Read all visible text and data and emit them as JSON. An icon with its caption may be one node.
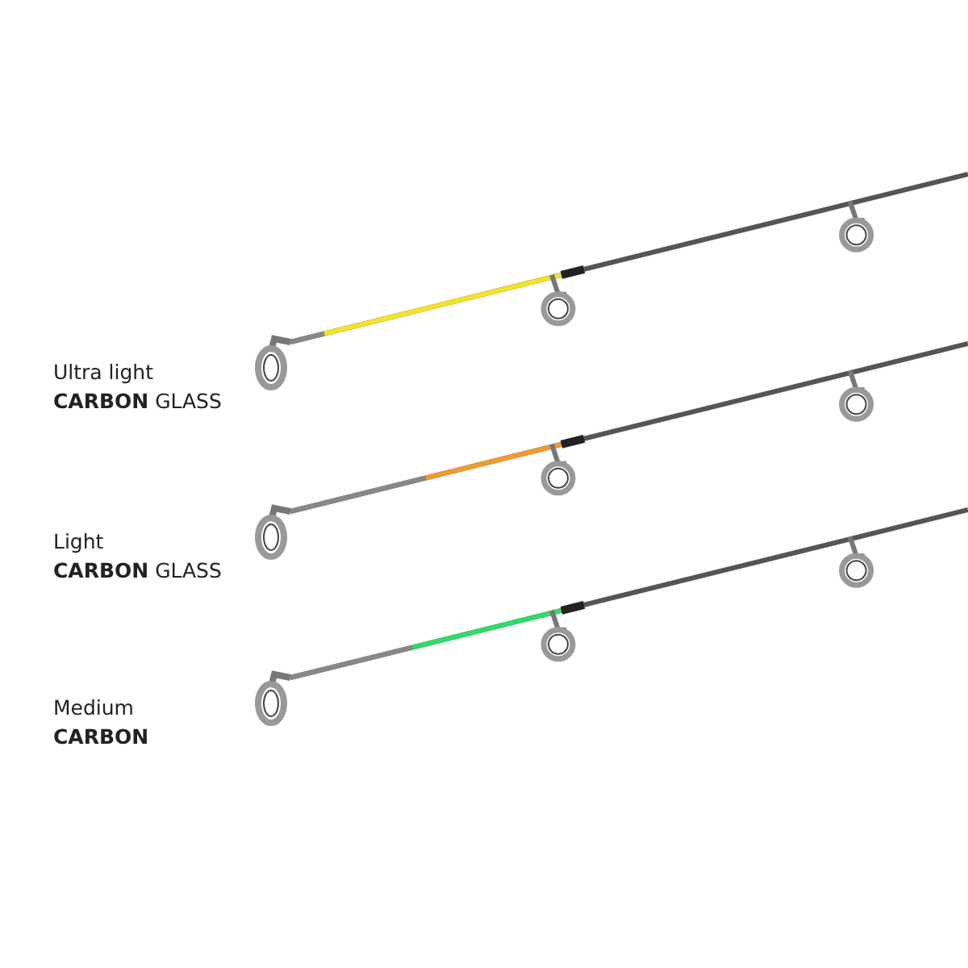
{
  "diagram": {
    "labels": [
      "Ultra light",
      "**CARBON** GLASS",
      "Light",
      "**CARBON** GLASS",
      "Medium",
      "**CARBON**"
    ]
  }
}
